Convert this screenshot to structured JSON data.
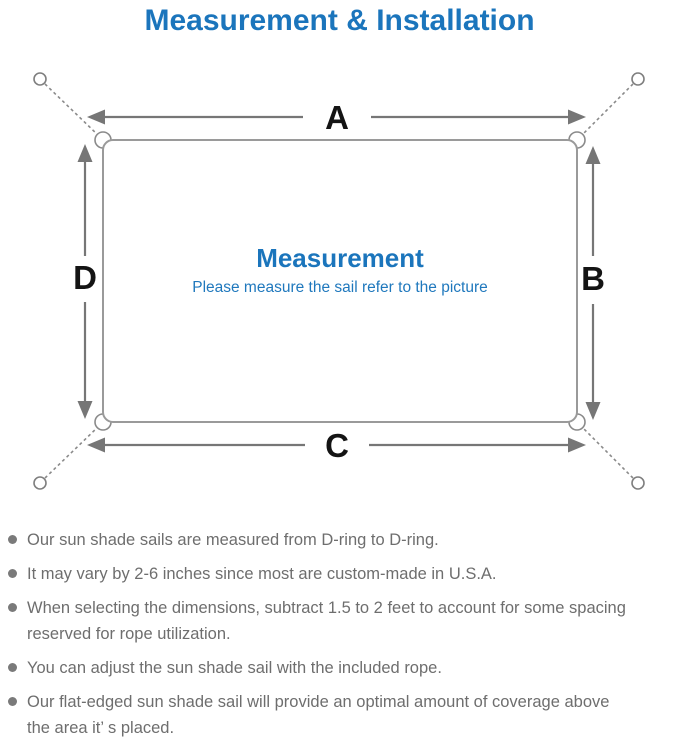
{
  "title": "Measurement & Installation",
  "colors": {
    "accent_blue": "#1b75bc",
    "diagram_gray": "#767676",
    "outline_gray": "#9a9a9a",
    "note_text_gray": "#6e6e6e",
    "label_black": "#141414"
  },
  "diagram": {
    "labels": {
      "top": "A",
      "right": "B",
      "bottom": "C",
      "left": "D"
    },
    "center_heading": "Measurement",
    "center_subtitle": "Please measure the sail refer to the picture"
  },
  "notes": [
    "Our sun shade sails are measured from D-ring to D-ring.",
    "It may vary by 2-6 inches since most are custom-made in U.S.A.",
    "When selecting the dimensions, subtract 1.5 to 2 feet to account for some spacing\nreserved for rope utilization.",
    "You can adjust the sun shade sail with the included rope.",
    "Our flat-edged sun shade sail will provide an optimal amount of coverage above\nthe area it’ s placed."
  ]
}
